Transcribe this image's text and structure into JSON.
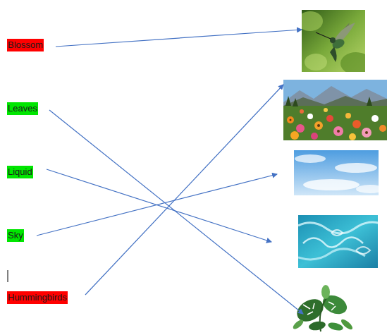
{
  "diagram": {
    "nodes": [
      {
        "text": [
          "Blossom"
        ]
      },
      {
        "text": [
          "Leaves"
        ]
      },
      {
        "text": [
          "Liquid"
        ]
      },
      {
        "text": [
          "Sky"
        ]
      },
      {
        "text": [
          "Hummingbirds"
        ]
      }
    ]
  }
}
